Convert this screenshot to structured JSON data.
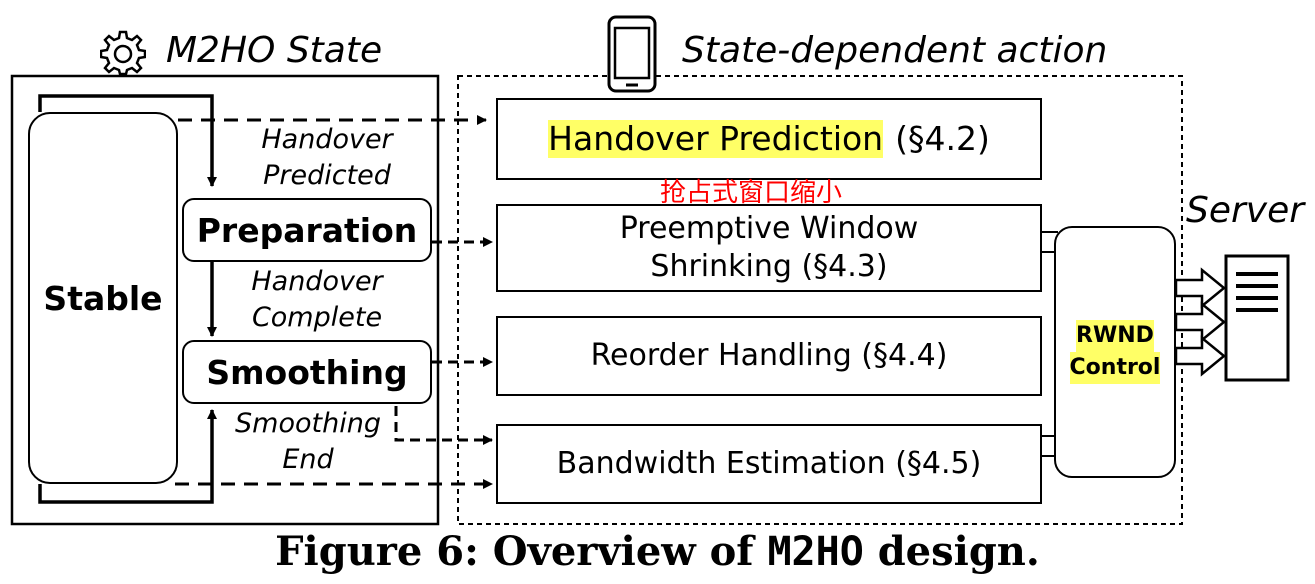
{
  "headers": {
    "state": "M2HO State",
    "action": "State-dependent action",
    "server": "Server"
  },
  "states": {
    "stable": "Stable",
    "preparation": "Preparation",
    "smoothing": "Smoothing"
  },
  "transitions": {
    "handover_predicted": [
      "Handover",
      "Predicted"
    ],
    "handover_complete": [
      "Handover",
      "Complete"
    ],
    "smoothing_end": [
      "Smoothing",
      "End"
    ]
  },
  "actions": {
    "prediction": {
      "name": "Handover Prediction",
      "ref": "(§4.2)"
    },
    "window": {
      "line1": "Preemptive Window",
      "line2": "Shrinking (§4.3)"
    },
    "reorder": "Reorder Handling (§4.4)",
    "bandwidth": "Bandwidth Estimation (§4.5)"
  },
  "annotation": "抢占式窗口缩小",
  "rwnd": {
    "line1": "RWND",
    "line2": "Control"
  },
  "caption": {
    "prefix": "Figure 6: Overview of ",
    "code": "M2HO",
    "suffix": " design."
  },
  "colors": {
    "highlight": "#ffff66",
    "annotation": "#ff0000"
  },
  "icons": {
    "state": "gear-icon",
    "action": "smartphone-icon",
    "server": "server-icon"
  }
}
